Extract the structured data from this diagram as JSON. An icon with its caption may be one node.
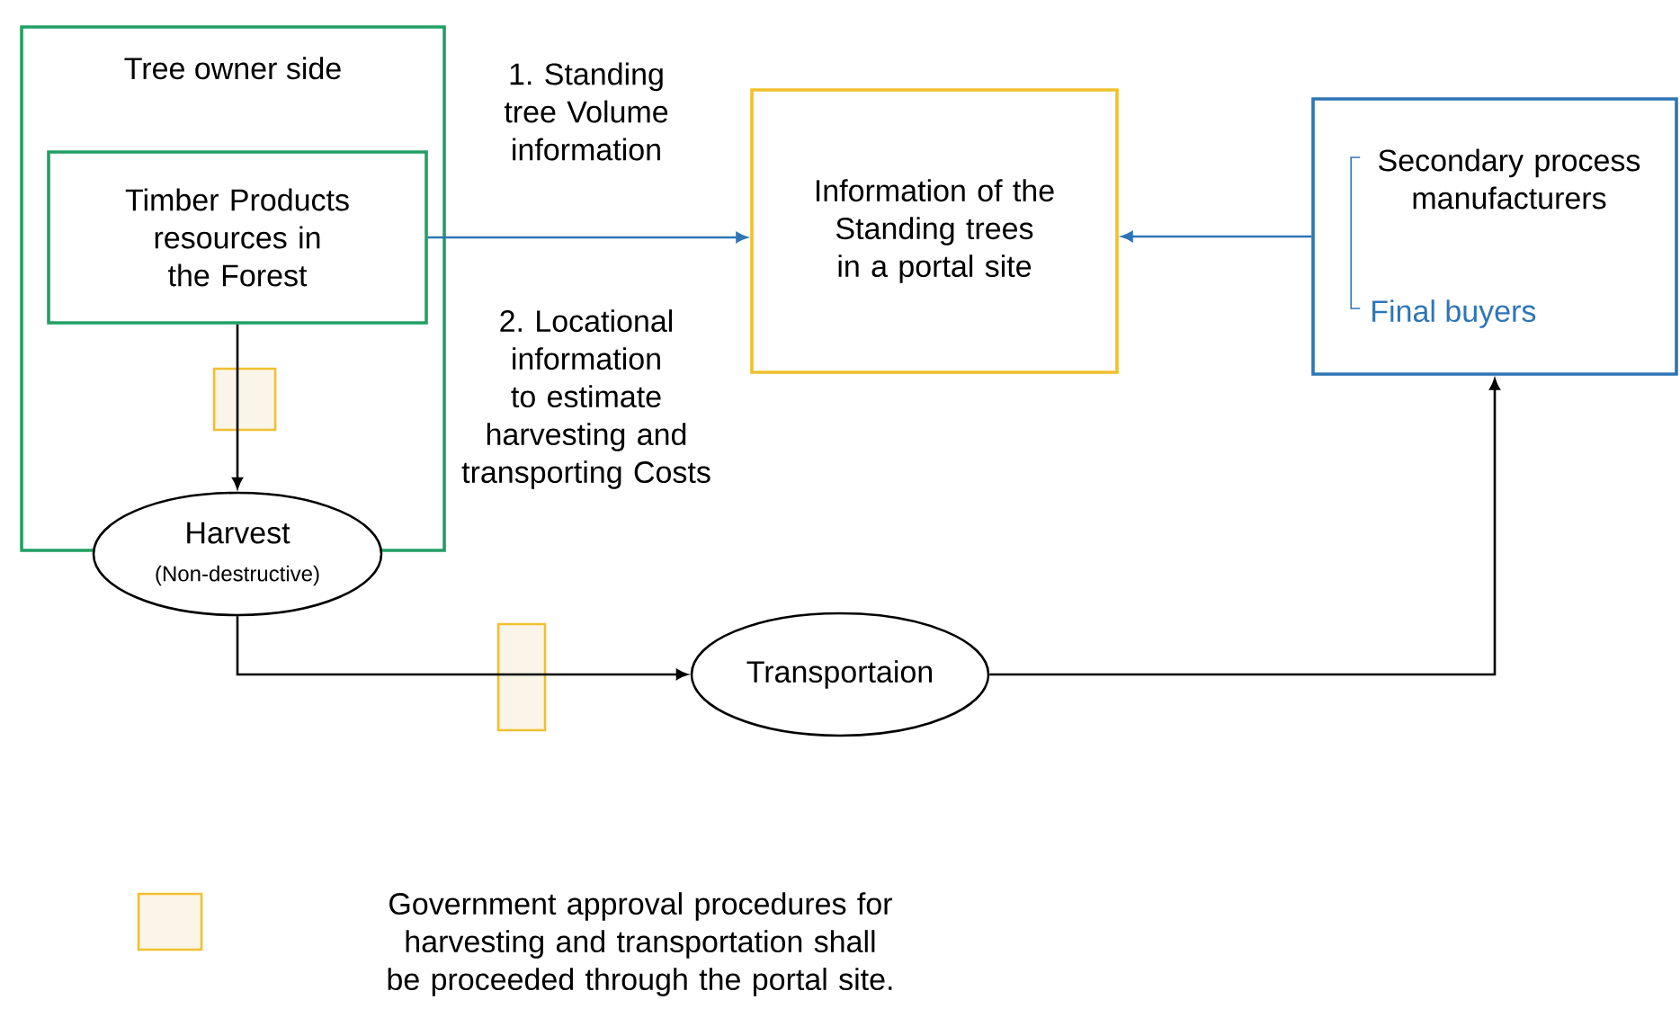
{
  "diagram": {
    "nodes": [
      {
        "text": [
          "Tree owner side"
        ]
      },
      {
        "text": [
          "Timber Products resources in the Forest"
        ],
        "in": 0
      },
      {
        "text": [
          "Harvest",
          "(Non-destructive)"
        ]
      },
      {
        "text": [
          "Information of the Standing trees in a portal site"
        ]
      },
      {
        "text": [
          "Secondary process manufacturers",
          "Final buyers"
        ]
      },
      {
        "text": [
          "Transportaion"
        ]
      }
    ],
    "edges": [
      {
        "from": 1,
        "to": 3,
        "arrow": "to",
        "color": "#2e75b6",
        "label": "1. Standing tree Volume information"
      },
      {
        "from": 4,
        "to": 3,
        "arrow": "to",
        "color": "#2e75b6"
      },
      {
        "from": 1,
        "to": 2,
        "arrow": "to",
        "color": "#000000"
      },
      {
        "from": 2,
        "to": 5,
        "arrow": "to",
        "color": "#000000"
      },
      {
        "from": 5,
        "to": 4,
        "arrow": "to",
        "color": "#000000"
      }
    ],
    "labels": [
      "2. Locational information to estimate harvesting and transporting Costs"
    ],
    "legend": [
      {
        "text": "Government approval procedures for harvesting and transportation shall be proceeded through the portal site."
      }
    ]
  }
}
